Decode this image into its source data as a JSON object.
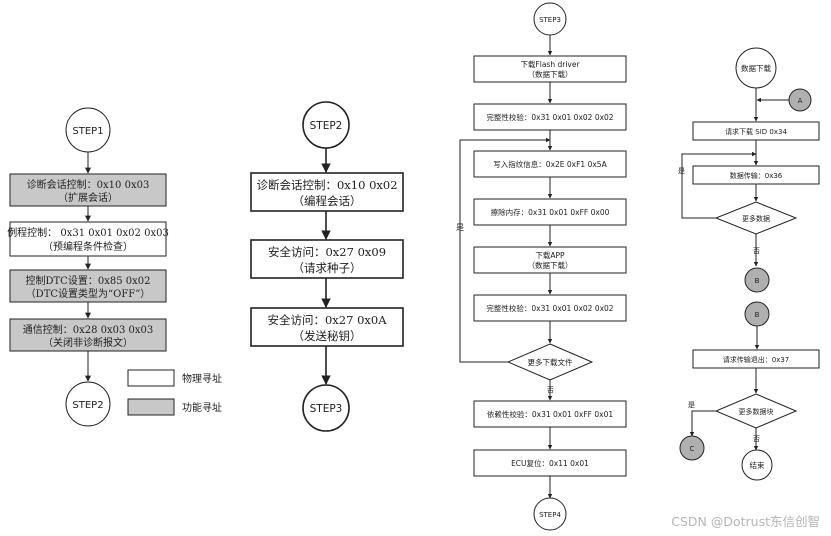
{
  "col1": {
    "start": "STEP1",
    "boxes": [
      {
        "l1": "诊断会话控制：0x10 0x03",
        "l2": "（扩展会话）"
      },
      {
        "l1": "例程控制：  0x31 0x01 0x02 0x03",
        "l2": "（预编程条件检查）"
      },
      {
        "l1": "控制DTC设置：0x85 0x02",
        "l2": "（DTC设置类型为“OFF”）"
      },
      {
        "l1": "通信控制：0x28 0x03 0x03",
        "l2": "（关闭非诊断报文）"
      }
    ],
    "end": "STEP2"
  },
  "legend": {
    "physical": "物理寻址",
    "functional": "功能寻址"
  },
  "col2": {
    "start": "STEP2",
    "boxes": [
      {
        "l1": "诊断会话控制：0x10 0x02",
        "l2": "（编程会话）"
      },
      {
        "l1": "安全访问：0x27 0x09",
        "l2": "（请求种子）"
      },
      {
        "l1": "安全访问：0x27 0x0A",
        "l2": "（发送秘钥）"
      }
    ],
    "end": "STEP3"
  },
  "col3": {
    "start": "STEP3",
    "b1a": "下载Flash driver",
    "b1b": "（数据下载）",
    "b2": "完整性校验：0x31 0x01 0x02 0x02",
    "b3": "写入指纹信息：0x2E 0xF1 0x5A",
    "b4": "擦除内存：0x31 0x01 0xFF 0x00",
    "b5a": "下载APP",
    "b5b": "（数据下载）",
    "b6": "完整性校验：0x31 0x01 0x02 0x02",
    "diamond": "更多下载文件",
    "yes": "是",
    "no": "否",
    "b7": "依赖性校验：0x31 0x01 0xFF 0x01",
    "b8": "ECU复位：0x11 0x01",
    "end": "STEP4"
  },
  "col4": {
    "start": "数据下载",
    "connA": "A",
    "b1": "请求下载 SID 0x34",
    "b2": "数据传输：0x36",
    "d1": "更多数据",
    "yes1": "是",
    "no1": "否",
    "connB1": "B",
    "connB2": "B",
    "b3": "请求传输退出：0x37",
    "d2": "更多数据块",
    "yes2": "是",
    "no2": "否",
    "connC": "C",
    "end": "结束"
  },
  "watermark": "CSDN @Dotrust东信创智",
  "colors": {
    "functional_fill": "#c8c8c8",
    "line": "#222222",
    "connector_fill": "#b0b0b0"
  }
}
